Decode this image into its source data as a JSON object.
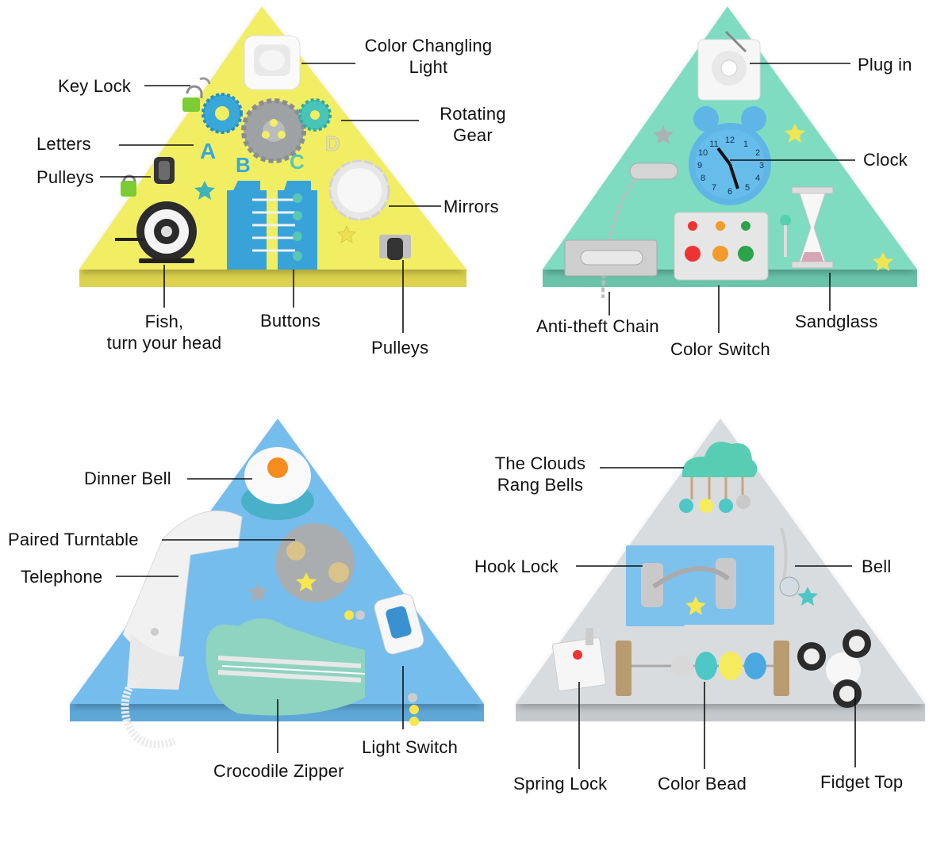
{
  "colors": {
    "yellow_board": "#f2ee63",
    "mint_board": "#7fdcc0",
    "blue_board": "#75bdec",
    "gray_board": "#d9dcdf",
    "line": "#111111",
    "text": "#111111"
  },
  "boards": [
    {
      "color_name": "yellow",
      "labels": {
        "color_light": [
          "Color Changling",
          "Light"
        ],
        "key_lock": "Key Lock",
        "rotating_gear": [
          "Rotating",
          "Gear"
        ],
        "letters": "Letters",
        "pulleys_left": "Pulleys",
        "mirrors": "Mirrors",
        "fish": [
          "Fish,",
          "turn your head"
        ],
        "buttons": "Buttons",
        "pulleys_bottom": "Pulleys"
      }
    },
    {
      "color_name": "mint",
      "labels": {
        "plug_in": "Plug in",
        "clock": "Clock",
        "anti_theft_chain": "Anti-theft Chain",
        "color_switch": "Color Switch",
        "sandglass": "Sandglass"
      }
    },
    {
      "color_name": "blue",
      "labels": {
        "dinner_bell": "Dinner Bell",
        "paired_turntable": "Paired Turntable",
        "telephone": "Telephone",
        "light_switch": "Light Switch",
        "crocodile_zipper": "Crocodile Zipper"
      }
    },
    {
      "color_name": "gray",
      "labels": {
        "clouds_bells": [
          "The Clouds",
          "Rang Bells"
        ],
        "hook_lock": "Hook Lock",
        "bell": "Bell",
        "spring_lock": "Spring Lock",
        "color_bead": "Color Bead",
        "fidget_top": "Fidget Top"
      }
    }
  ],
  "icons": [
    "key-lock-icon",
    "gear-icon",
    "letter-icon",
    "pulley-icon",
    "mirror-icon",
    "fishing-reel-icon",
    "button-strip-icon",
    "light-icon",
    "plug-icon",
    "clock-icon",
    "chain-icon",
    "switch-panel-icon",
    "hourglass-icon",
    "bell-icon",
    "turntable-icon",
    "telephone-icon",
    "zipper-icon",
    "light-switch-icon",
    "cloud-icon",
    "hook-lock-icon",
    "spring-lock-icon",
    "bead-icon",
    "fidget-spinner-icon",
    "star-icon"
  ]
}
